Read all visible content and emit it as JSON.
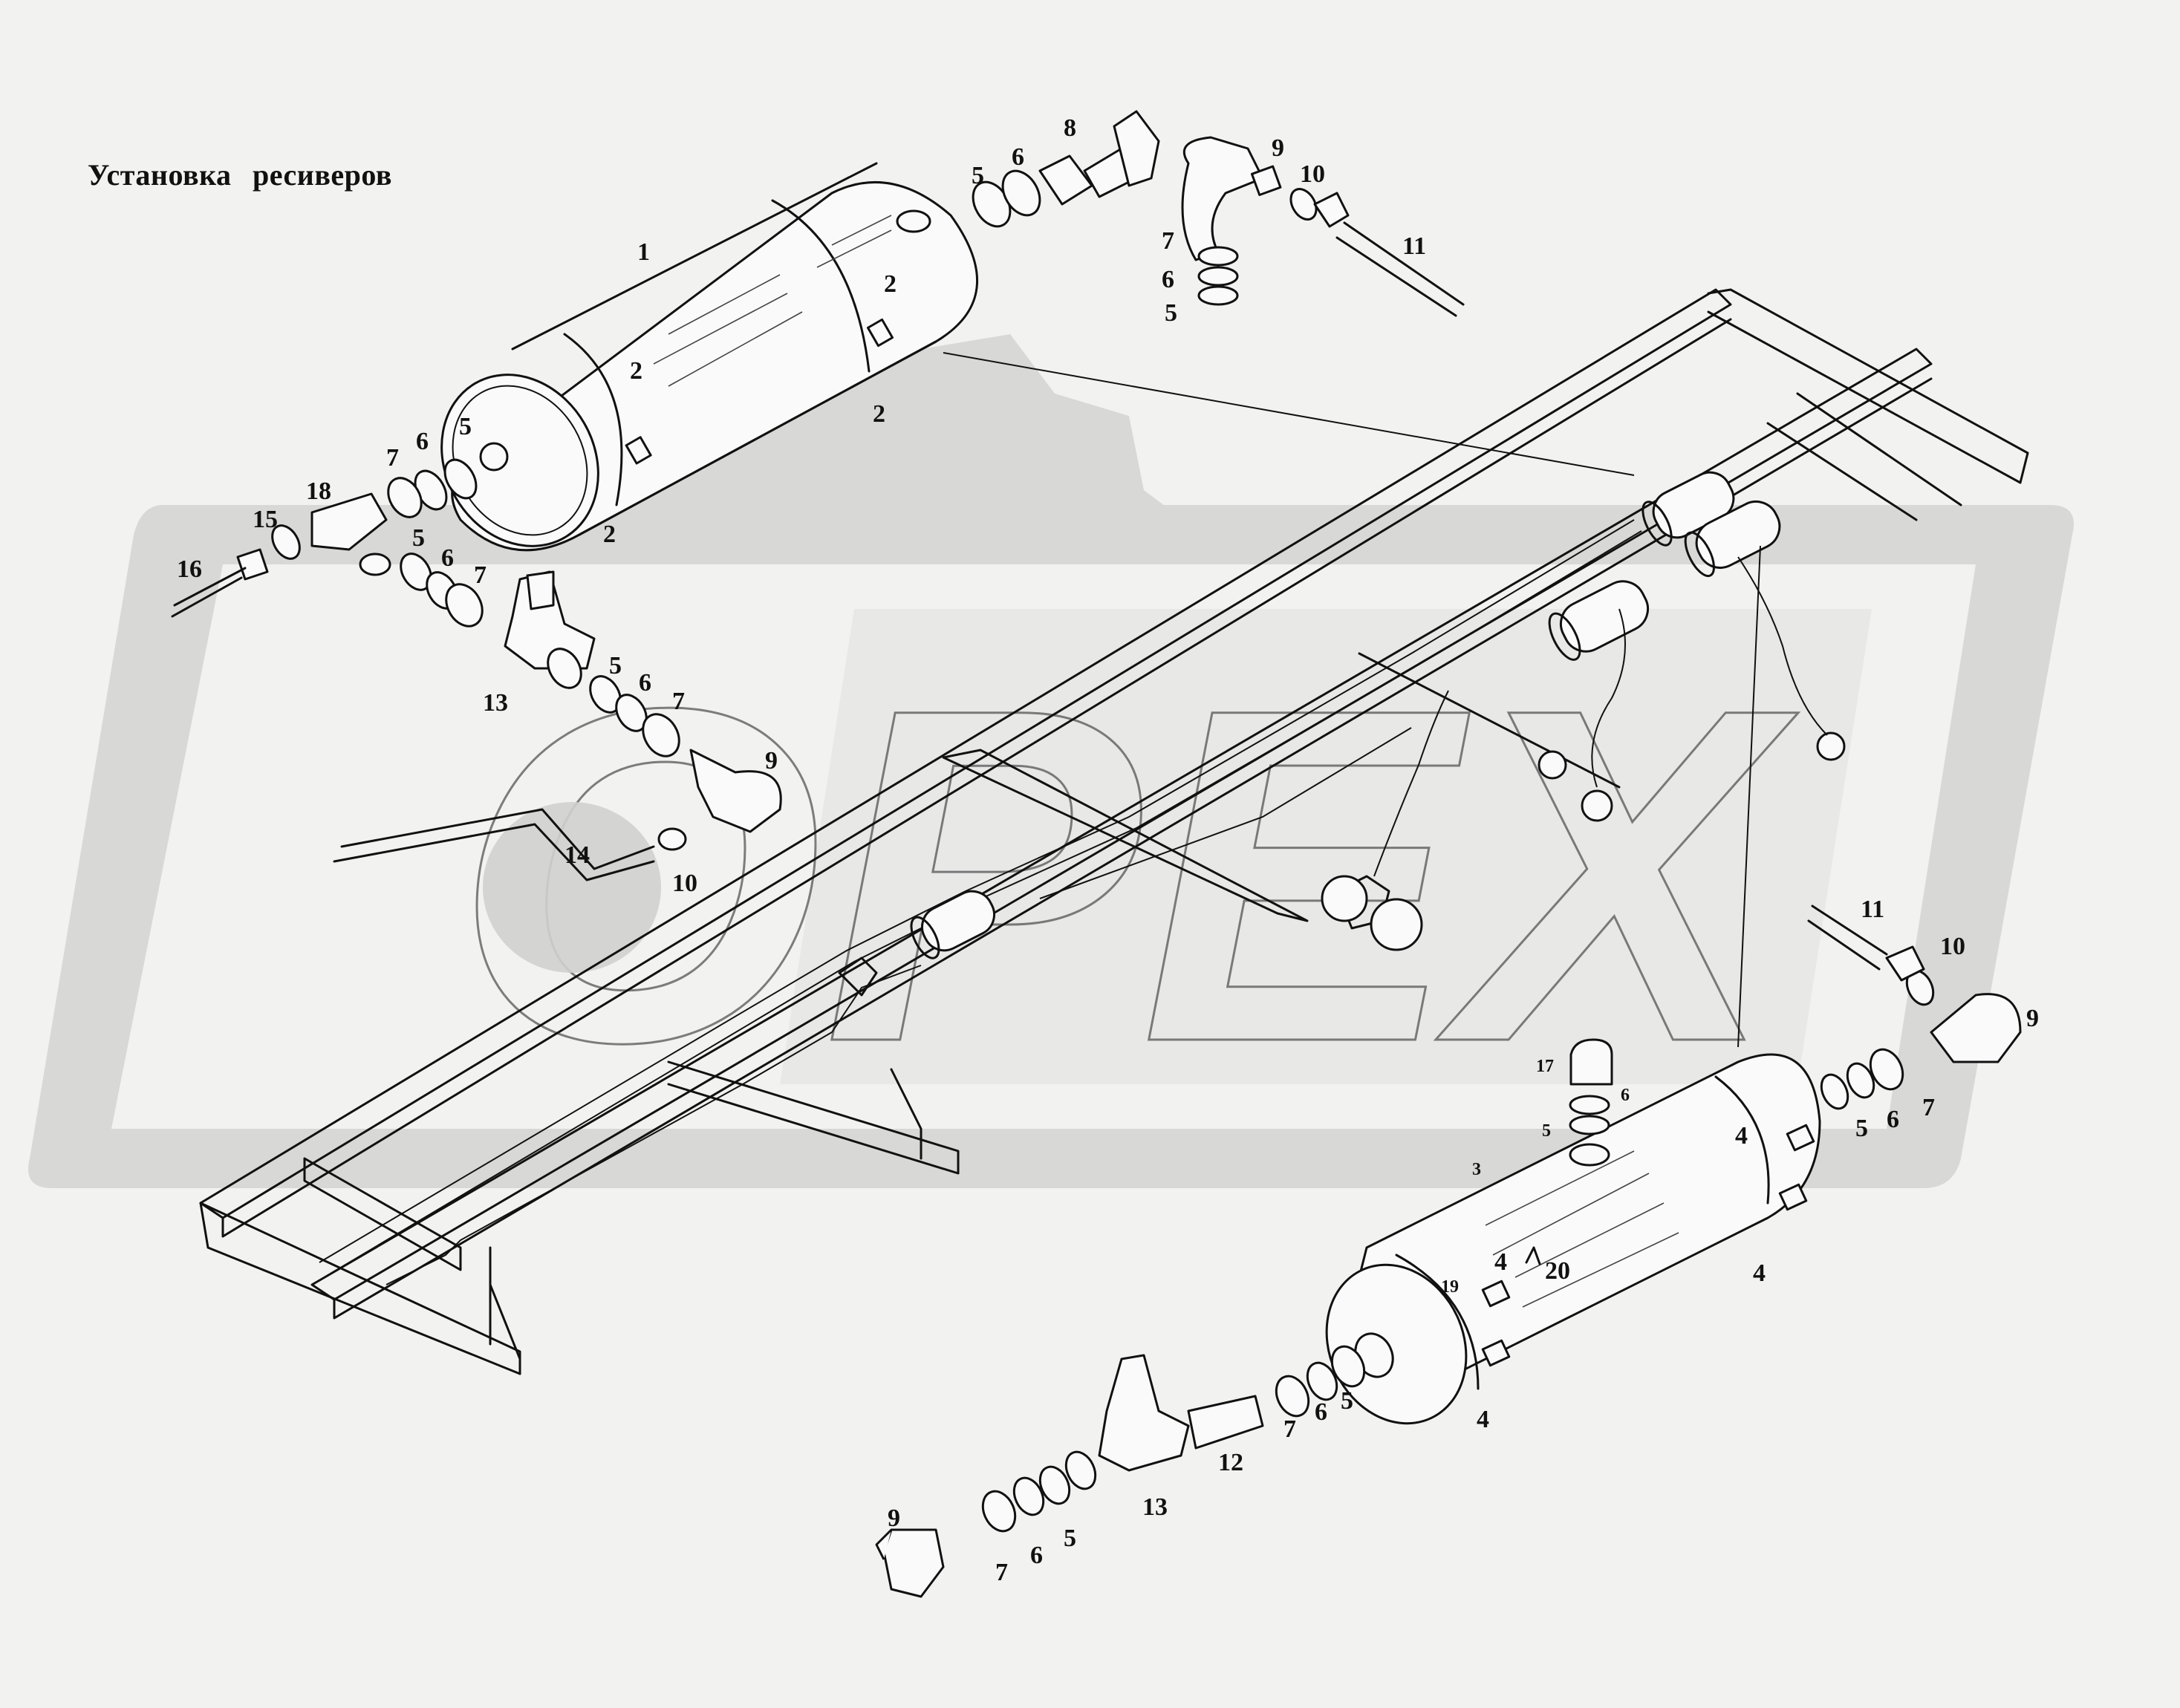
{
  "title": "Установка ресиверов",
  "watermark": {
    "text": "OPEX",
    "color": "#d6d6d4"
  },
  "callouts": {
    "c1": "1",
    "c2a": "2",
    "c2b": "2",
    "c2c": "2",
    "c2d": "2",
    "c5a": "5",
    "c6a": "6",
    "c8": "8",
    "c9a": "9",
    "c10a": "10",
    "c7a": "7",
    "c6b": "6",
    "c5b": "5",
    "c11a": "11",
    "c5c": "5",
    "c6c": "6",
    "c7b": "7",
    "c18": "18",
    "c15": "15",
    "c16": "16",
    "c5d": "5",
    "c6d": "6",
    "c7c": "7",
    "c13a": "13",
    "c5e": "5",
    "c6e": "6",
    "c7d": "7",
    "c9b": "9",
    "c14": "14",
    "c10b": "10",
    "c11b": "11",
    "c10c": "10",
    "c9c": "9",
    "c5f": "5",
    "c6f": "6",
    "c7e": "7",
    "c17": "17",
    "c6g": "6",
    "c5g": "5",
    "c3": "3",
    "c4a": "4",
    "c4b": "4",
    "c19": "19",
    "c20": "20",
    "c4c": "4",
    "c4d": "4",
    "c12": "12",
    "c7f": "7",
    "c6h": "6",
    "c5h": "5",
    "c13b": "13",
    "c9d": "9",
    "c7g": "7",
    "c6i": "6",
    "c5i": "5"
  }
}
